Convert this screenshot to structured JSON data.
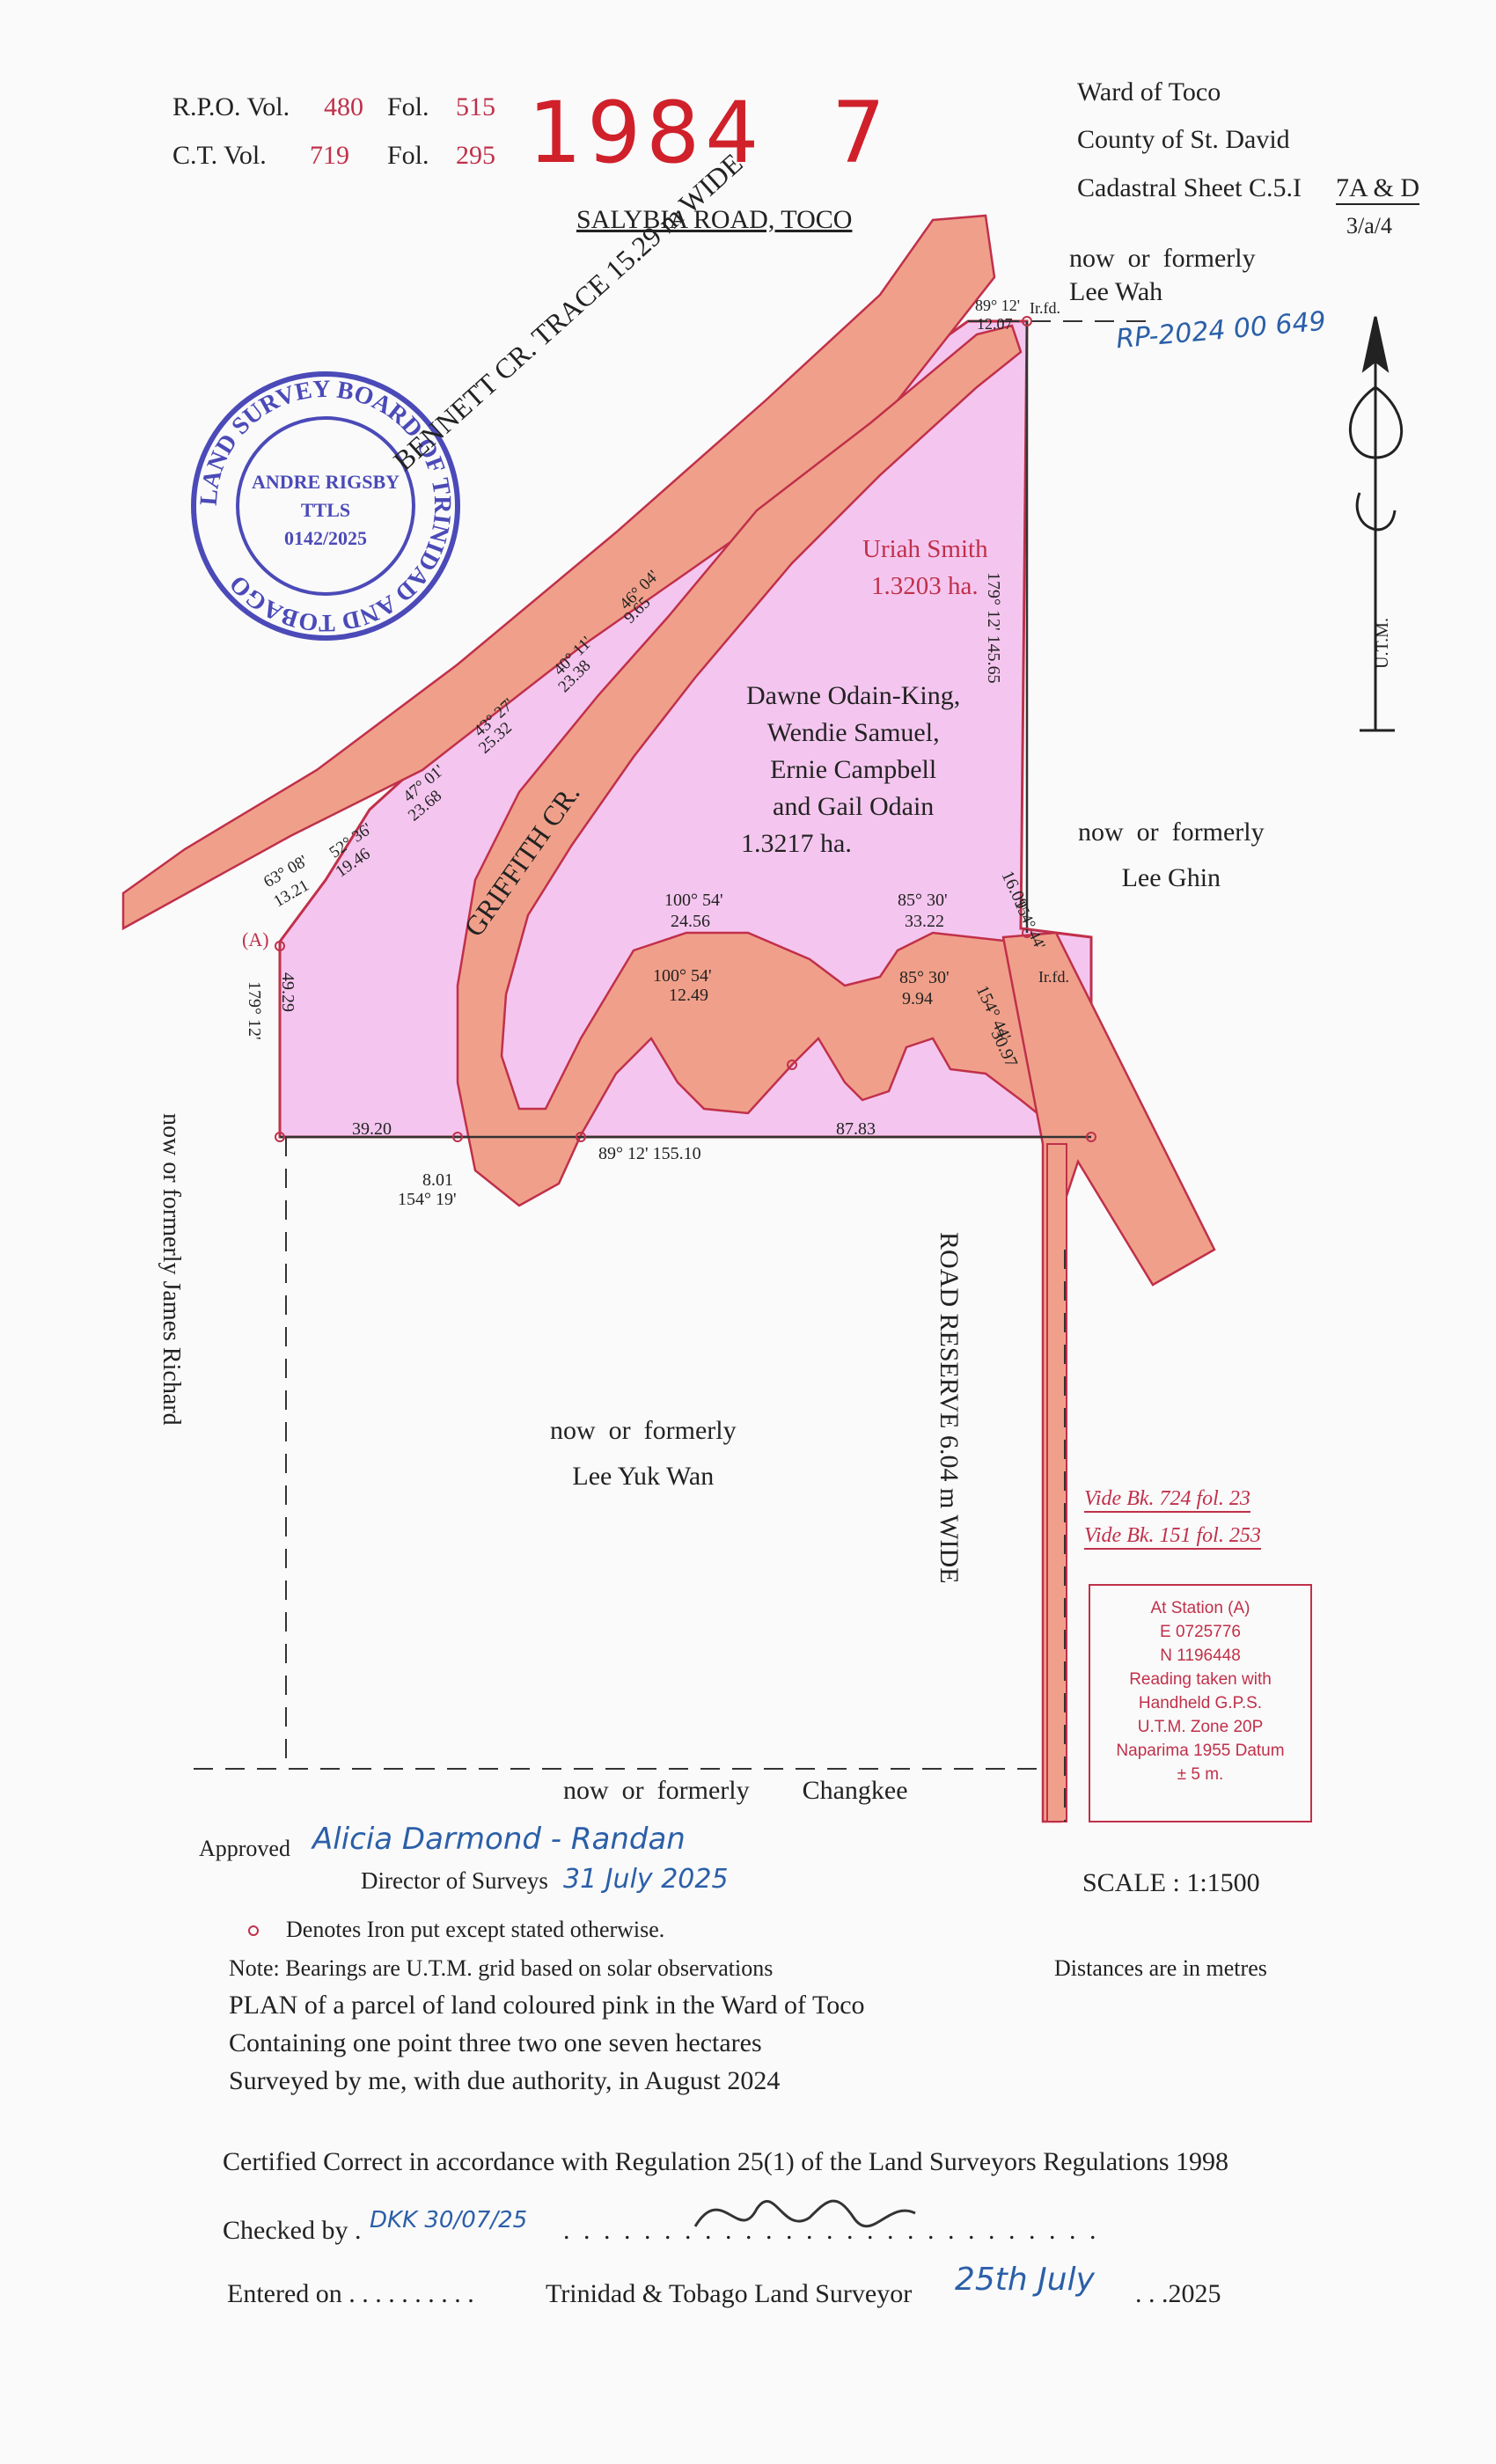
{
  "header": {
    "rpo_label": "R.P.O. Vol.",
    "rpo_vol": "480",
    "rpo_fol_label": "Fol.",
    "rpo_fol": "515",
    "ct_label": "C.T. Vol.",
    "ct_vol": "719",
    "ct_fol_label": "Fol.",
    "ct_fol": "295",
    "plan_number": "1984",
    "plan_suffix": "7",
    "location": "SALYBIA ROAD, TOCO",
    "ward": "Ward of Toco",
    "county": "County of St. David",
    "cadastral": "Cadastral Sheet  C.5.I",
    "cadastral_ref": "7A & D",
    "cadastral_sub": "3/a/4"
  },
  "stamp": {
    "ring_text": "LAND SURVEY BOARD OF TRINIDAD AND TOBAGO",
    "name": "ANDRE RIGSBY",
    "title": "TTLS",
    "number": "0142/2025"
  },
  "annotations": {
    "rp_number": "RP-2024 00 649",
    "neighbour_north": "now  or  formerly\nLee Wah",
    "neighbour_east": "now  or  formerly\nLee Ghin",
    "neighbour_west": "now  or  formerly      James Richard",
    "neighbour_south_central": "now  or  formerly\nLee Yuk Wan",
    "neighbour_south": "now  or  formerly        Changkee",
    "parcel_upper_owner": "Uriah Smith",
    "parcel_upper_area": "1.3203 ha.",
    "parcel_main_owners": [
      "Dawne Odain-King,",
      "Wendie Samuel,",
      "Ernie Campbell",
      "and Gail Odain"
    ],
    "parcel_main_area": "1.3217 ha.",
    "trace_name": "BENNETT    CR.        TRACE         15.29 m      WIDE",
    "griffith_name": "GRIFFITH        CR.",
    "road_reserve": "ROAD      RESERVE      6.04 m      WIDE",
    "station_a": "(A)",
    "iron_fd_1": "Ir.fd.",
    "iron_fd_2": "Ir.fd.",
    "utm": "U.T.M."
  },
  "survey_measurements": {
    "boundary_bottom": [
      "39.20",
      "89° 12'  155.10",
      "87.83"
    ],
    "boundary_east": "179° 12'  145.65",
    "boundary_west": "179° 12'",
    "west_dist": "49.29",
    "north_top": "89° 12'",
    "north_top_dist": "12.07",
    "bottom_left": [
      "8.01",
      "154° 19'"
    ],
    "labels": [
      "63° 08'",
      "13.21",
      "52° 36'",
      "19.46",
      "47° 01'",
      "23.68",
      "43° 27'",
      "25.32",
      "40° 11'",
      "23.38",
      "46° 04'",
      "9.65",
      "100° 54'",
      "24.56",
      "85° 30'",
      "33.22",
      "100° 54'",
      "12.49",
      "85° 30'",
      "9.94",
      "154° 44'",
      "30.97",
      "16.09",
      "154° 44'"
    ]
  },
  "vide": [
    "Vide Bk. 724 fol. 23",
    "Vide Bk. 151 fol. 253"
  ],
  "station_box": [
    "At Station (A)",
    "E 0725776",
    "N 1196448",
    "Reading taken with",
    "Handheld G.P.S.",
    "U.T.M. Zone 20P",
    "Naparima 1955 Datum",
    "± 5 m."
  ],
  "approval": {
    "approved_label": "Approved",
    "approved_signature": "Alicia Darmond - Randan",
    "director_label": "Director of Surveys",
    "director_date": "31 July 2025",
    "scale": "SCALE : 1:1500"
  },
  "notes": {
    "iron": "Denotes Iron put except stated otherwise.",
    "bearings": "Note: Bearings are U.T.M. grid based on solar observations",
    "distances": "Distances are in metres",
    "plan_line1": "PLAN of a parcel of land coloured pink in the Ward of Toco",
    "plan_line2": "Containing one point three two one seven hectares",
    "plan_line3": "Surveyed by me, with due authority, in August 2024"
  },
  "certification": {
    "certified": "Certified Correct in accordance with Regulation 25(1) of the Land Surveyors Regulations 1998",
    "checked_label": "Checked by .",
    "checked_value": "DKK 30/07/25",
    "entered_label": "Entered on  . . . . . . . . . .",
    "surveyor_label": "Trinidad & Tobago  Land Surveyor",
    "surveyor_date": "25th July",
    "surveyor_year": ". . .2025"
  },
  "colors": {
    "parcel_pink": "#f4c6ef",
    "road_salmon": "#f0a08a",
    "ink_red": "#c0304a",
    "stamp_blue": "#4b4ab8"
  }
}
